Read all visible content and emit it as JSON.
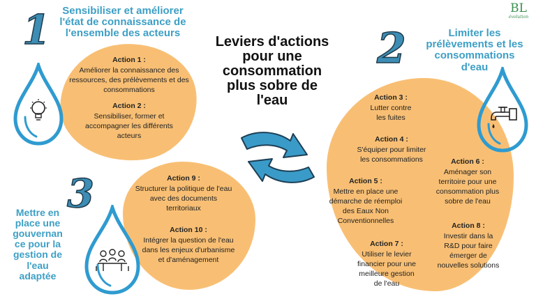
{
  "logo": {
    "text": "BL",
    "subtext": "évolution",
    "color": "#3a8f4f"
  },
  "main_title": [
    "Leviers d'actions",
    "pour une",
    "consommation",
    "plus sobre de",
    "l'eau"
  ],
  "colors": {
    "blob": "#f8bf74",
    "title_blue": "#3d9fc5",
    "drop_blue": "#2f9bd0",
    "arrow_blue": "#2a7fa8"
  },
  "sections": {
    "s1": {
      "number": "1",
      "heading": [
        "Sensibiliser et améliorer",
        "l'état de connaissance de",
        "l'ensemble des acteurs"
      ],
      "icon": "lightbulb-icon",
      "actions": [
        {
          "title": "Action 1 :",
          "text": [
            "Améliorer la connaissance des",
            "ressources, des prélèvements et des",
            "consommations"
          ]
        },
        {
          "title": "Action 2 :",
          "text": [
            "Sensibiliser, former et",
            "accompagner les différents",
            "acteurs"
          ]
        }
      ]
    },
    "s2": {
      "number": "2",
      "heading": [
        "Limiter les",
        "prélèvements et les",
        "consommations",
        "d'eau"
      ],
      "icon": "faucet-icon",
      "actions": [
        {
          "title": "Action 3 :",
          "text": [
            "Lutter contre",
            "les fuites"
          ]
        },
        {
          "title": "Action 4 :",
          "text": [
            "S'équiper pour limiter",
            "les consommations"
          ]
        },
        {
          "title": "Action 5 :",
          "text": [
            "Mettre en place une",
            "démarche de réemploi",
            "des Eaux Non",
            "Conventionnelles"
          ]
        },
        {
          "title": "Action 6 :",
          "text": [
            "Aménager son",
            "territoire pour une",
            "consommation plus",
            "sobre de l'eau"
          ]
        },
        {
          "title": "Action 7 :",
          "text": [
            "Utiliser le levier",
            "financier pour une",
            "meilleure gestion",
            "de l'eau"
          ]
        },
        {
          "title": "Action 8 :",
          "text": [
            "Investir dans la",
            "R&D pour faire",
            "émerger de",
            "nouvelles solutions"
          ]
        }
      ]
    },
    "s3": {
      "number": "3",
      "heading": [
        "Mettre en",
        "place une",
        "gouvernan",
        "ce pour la",
        "gestion de",
        "l'eau",
        "adaptée"
      ],
      "icon": "meeting-icon",
      "actions": [
        {
          "title": "Action 9 :",
          "text": [
            "Structurer la politique de l'eau",
            "avec des documents",
            "territoriaux"
          ]
        },
        {
          "title": "Action 10 :",
          "text": [
            "Intégrer la question de l'eau",
            "dans les enjeux d'urbanisme",
            "et d'aménagement"
          ]
        }
      ]
    }
  }
}
